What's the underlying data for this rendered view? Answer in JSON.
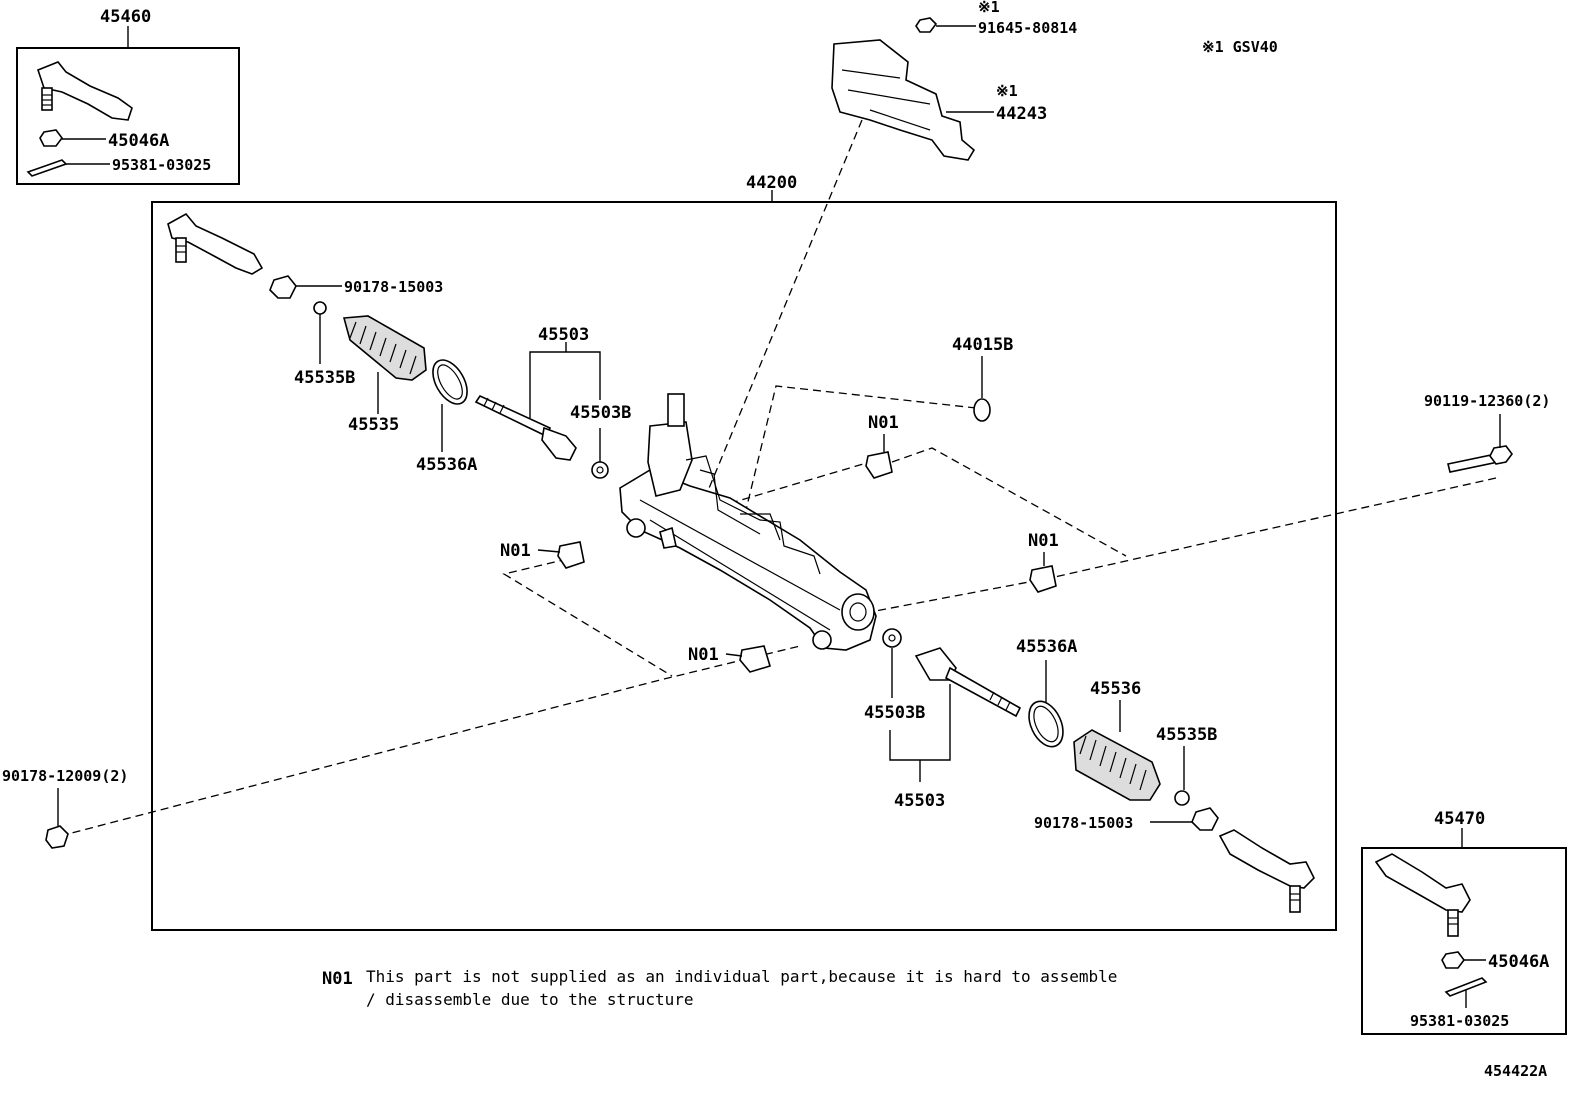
{
  "labels": {
    "asm_45460": "45460",
    "asm_45470": "45470",
    "asm_44200": "44200",
    "p_45046A_left": "45046A",
    "p_95381_left": "95381-03025",
    "p_45046A_right": "45046A",
    "p_95381_right": "95381-03025",
    "p_91645": "91645-80814",
    "p_44243": "44243",
    "mark_91645": "※1",
    "mark_44243": "※1",
    "legend_gsv40": "※1 GSV40",
    "p_90178_15003_top": "90178-15003",
    "p_45535B_top": "45535B",
    "p_45535_top": "45535",
    "p_45536A_top": "45536A",
    "p_45503_top": "45503",
    "p_45503B_top": "45503B",
    "p_44015B": "44015B",
    "p_N01_a": "N01",
    "p_N01_b": "N01",
    "p_N01_c": "N01",
    "p_N01_d": "N01",
    "p_90119": "90119-12360(2)",
    "p_90178_12009": "90178-12009(2)",
    "p_45536A_bot": "45536A",
    "p_45536_bot": "45536",
    "p_45503B_bot": "45503B",
    "p_45503_bot": "45503",
    "p_45535B_bot": "45535B",
    "p_90178_15003_bot": "90178-15003",
    "figure_id": "454422A"
  },
  "note": {
    "code": "N01",
    "line1": "This part is not supplied as an individual part,because it is hard to assemble",
    "line2": "/ disassemble due to the structure"
  }
}
